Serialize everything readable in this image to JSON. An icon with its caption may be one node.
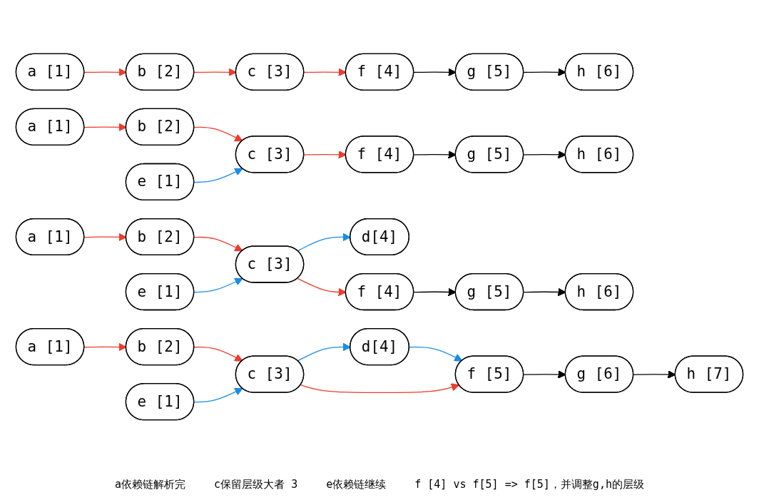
{
  "diagram": {
    "nodes": [
      {
        "text": [
          "a [1]"
        ]
      },
      {
        "text": [
          "b [2]"
        ]
      },
      {
        "text": [
          "c [3]"
        ]
      },
      {
        "text": [
          "f [4]"
        ]
      },
      {
        "text": [
          "g [5]"
        ]
      },
      {
        "text": [
          "h [6]"
        ]
      },
      {
        "text": [
          "a [1]"
        ]
      },
      {
        "text": [
          "b [2]"
        ]
      },
      {
        "text": [
          "c [3]"
        ]
      },
      {
        "text": [
          "f [4]"
        ]
      },
      {
        "text": [
          "g [5]"
        ]
      },
      {
        "text": [
          "h [6]"
        ]
      },
      {
        "text": [
          "e [1]"
        ]
      },
      {
        "text": [
          "a [1]"
        ]
      },
      {
        "text": [
          "b [2]"
        ]
      },
      {
        "text": [
          "c [3]"
        ]
      },
      {
        "text": [
          "d[4]"
        ]
      },
      {
        "text": [
          "e [1]"
        ]
      },
      {
        "text": [
          "f [4]"
        ]
      },
      {
        "text": [
          "g [5]"
        ]
      },
      {
        "text": [
          "h [6]"
        ]
      },
      {
        "text": [
          "a [1]"
        ]
      },
      {
        "text": [
          "b [2]"
        ]
      },
      {
        "text": [
          "c [3]"
        ]
      },
      {
        "text": [
          "d[4]"
        ]
      },
      {
        "text": [
          "f [5]"
        ]
      },
      {
        "text": [
          "g [6]"
        ]
      },
      {
        "text": [
          "h [7]"
        ]
      },
      {
        "text": [
          "e [1]"
        ]
      }
    ],
    "edges": [
      {
        "from": 0,
        "to": 1,
        "arrow": "to",
        "color": "#ee3b2b"
      },
      {
        "from": 1,
        "to": 2,
        "arrow": "to",
        "color": "#ee3b2b"
      },
      {
        "from": 2,
        "to": 3,
        "arrow": "to",
        "color": "#ee3b2b"
      },
      {
        "from": 3,
        "to": 4,
        "arrow": "to",
        "color": "#000000"
      },
      {
        "from": 4,
        "to": 5,
        "arrow": "to",
        "color": "#000000"
      },
      {
        "from": 6,
        "to": 7,
        "arrow": "to",
        "color": "#ee3b2b"
      },
      {
        "from": 7,
        "to": 8,
        "arrow": "to",
        "color": "#ee3b2b"
      },
      {
        "from": 8,
        "to": 9,
        "arrow": "to",
        "color": "#ee3b2b"
      },
      {
        "from": 9,
        "to": 10,
        "arrow": "to",
        "color": "#000000"
      },
      {
        "from": 10,
        "to": 11,
        "arrow": "to",
        "color": "#000000"
      },
      {
        "from": 12,
        "to": 8,
        "arrow": "to",
        "color": "#1a8ce8"
      },
      {
        "from": 13,
        "to": 14,
        "arrow": "to",
        "color": "#ee3b2b"
      },
      {
        "from": 14,
        "to": 15,
        "arrow": "to",
        "color": "#ee3b2b"
      },
      {
        "from": 15,
        "to": 16,
        "arrow": "to",
        "color": "#1a8ce8"
      },
      {
        "from": 17,
        "to": 15,
        "arrow": "to",
        "color": "#1a8ce8"
      },
      {
        "from": 15,
        "to": 18,
        "arrow": "to",
        "color": "#ee3b2b"
      },
      {
        "from": 18,
        "to": 19,
        "arrow": "to",
        "color": "#000000"
      },
      {
        "from": 19,
        "to": 20,
        "arrow": "to",
        "color": "#000000"
      },
      {
        "from": 21,
        "to": 22,
        "arrow": "to",
        "color": "#ee3b2b"
      },
      {
        "from": 22,
        "to": 23,
        "arrow": "to",
        "color": "#ee3b2b"
      },
      {
        "from": 23,
        "to": 24,
        "arrow": "to",
        "color": "#1a8ce8"
      },
      {
        "from": 28,
        "to": 23,
        "arrow": "to",
        "color": "#1a8ce8"
      },
      {
        "from": 24,
        "to": 25,
        "arrow": "to",
        "color": "#1a8ce8"
      },
      {
        "from": 23,
        "to": 25,
        "arrow": "to",
        "color": "#ee3b2b"
      },
      {
        "from": 25,
        "to": 26,
        "arrow": "to",
        "color": "#000000"
      },
      {
        "from": 26,
        "to": 27,
        "arrow": "to",
        "color": "#000000"
      }
    ],
    "labels": [
      "a依赖链解析完",
      "c保留层级大者 3",
      "e依赖链继续",
      "f [4] vs f[5] => f[5]，并调整g,h的层级"
    ]
  }
}
